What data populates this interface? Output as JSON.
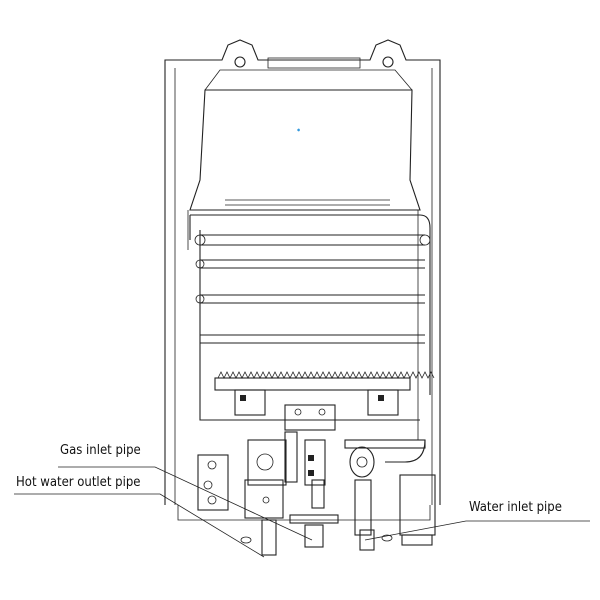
{
  "labels": {
    "gas_inlet": "Gas inlet pipe",
    "hot_water_outlet": "Hot water outlet pipe",
    "water_inlet": "Water inlet pipe"
  },
  "colors": {
    "line": "#222222",
    "accent_mark": "#3399dd"
  }
}
